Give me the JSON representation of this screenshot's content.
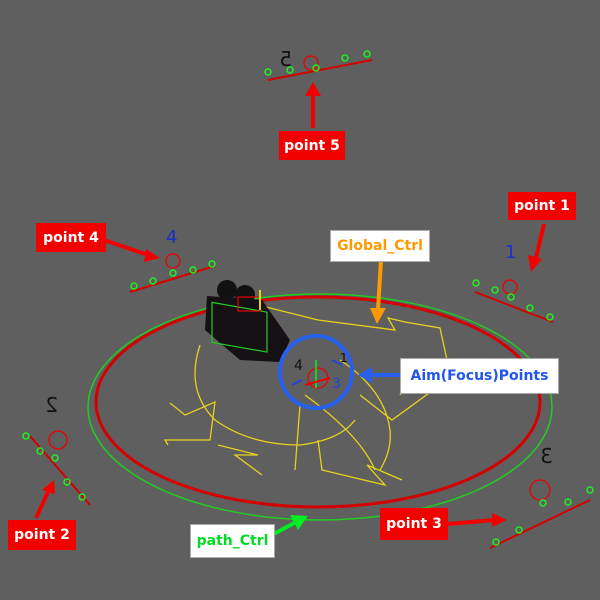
{
  "viewport": {
    "background": "#5f5f5f",
    "annotations": {
      "point1": "point 1",
      "point2": "point 2",
      "point3": "point 3",
      "point4": "point 4",
      "point5": "point 5",
      "global_ctrl": "Global_Ctrl",
      "aim_points": "Aim(Focus)Points",
      "path_ctrl": "path_Ctrl"
    },
    "point_numbers": {
      "p1": "1",
      "p2": "2",
      "p3": "3",
      "p4": "4",
      "p5": "5"
    },
    "colors": {
      "label_red": "#f20000",
      "global_ctrl": "#ff9900",
      "aim_points": "#2255ee",
      "path_ctrl": "#00ee22",
      "path_red": "#d40000",
      "path_green": "#22cc22",
      "global_ctrl_curve": "#e6d21c"
    }
  }
}
